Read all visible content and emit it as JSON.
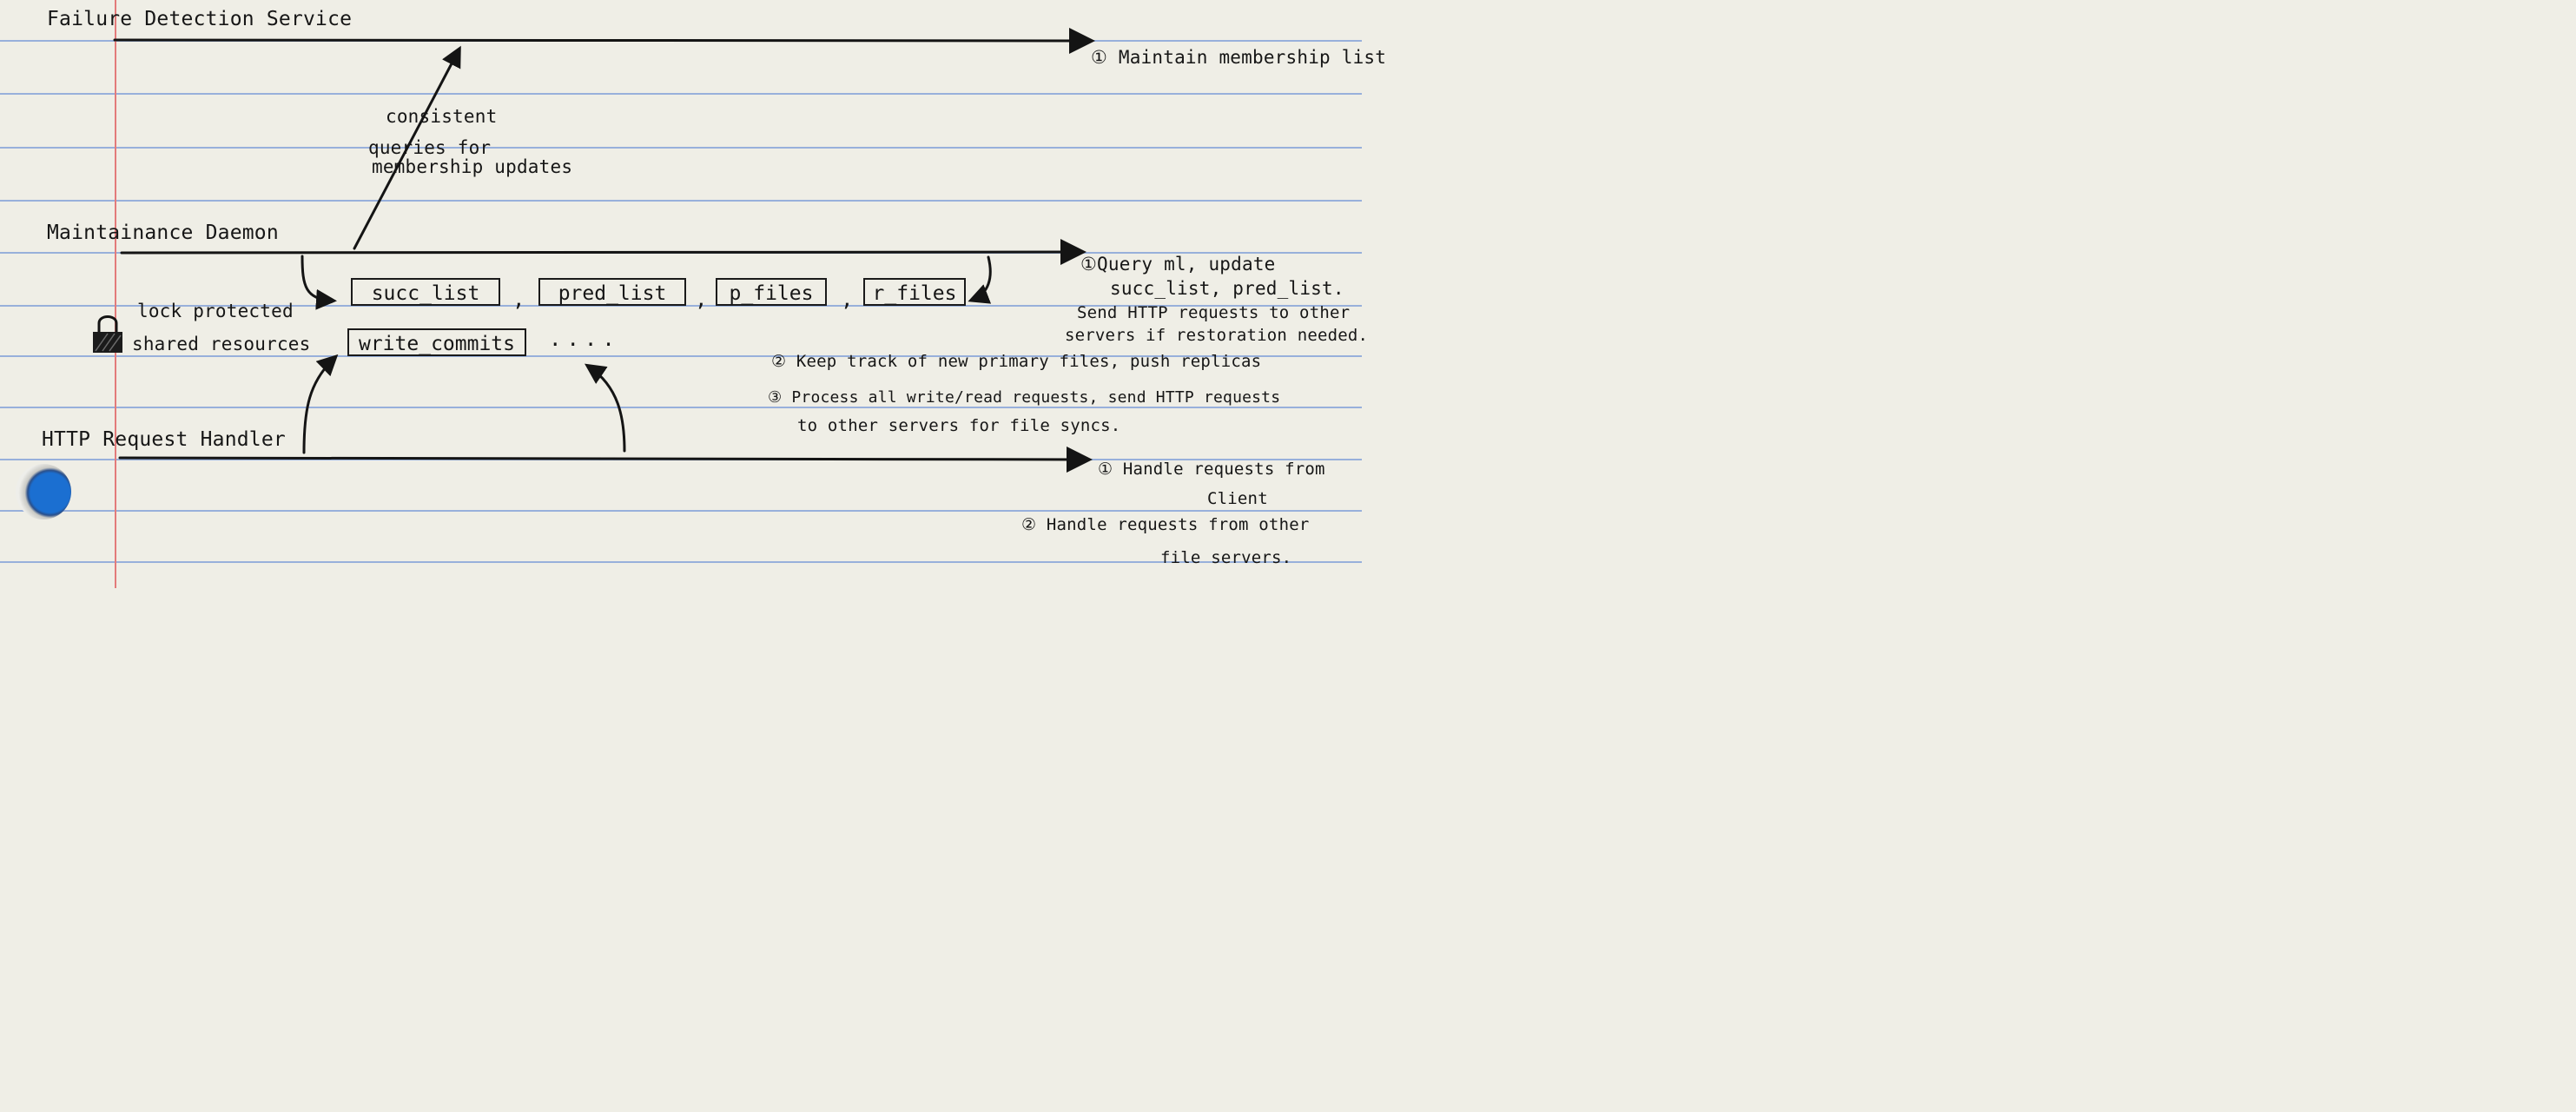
{
  "components": {
    "failure_detection": "Failure Detection Service",
    "maintenance_daemon": "Maintainance Daemon",
    "http_handler": "HTTP Request Handler"
  },
  "edge_label": {
    "line1": "consistent",
    "line2": "queries for",
    "line3": "membership updates"
  },
  "shared_resources": {
    "label_line1": "lock protected",
    "label_line2": "shared resources",
    "boxes": [
      "succ_list",
      "pred_list",
      "p_files",
      "r_files",
      "write_commits"
    ],
    "separator": ",",
    "ellipsis": "...."
  },
  "notes": {
    "fds_1": "① Maintain membership list",
    "md_1_line1": "①Query ml, update",
    "md_1_line2": "succ_list, pred_list.",
    "md_1_line3": "Send HTTP requests to other",
    "md_1_line4": "servers if restoration needed.",
    "md_2": "② Keep track of new primary files, push replicas",
    "md_3_line1": "③ Process all write/read requests, send HTTP requests",
    "md_3_line2": "to other servers for file syncs.",
    "http_1_line1": "① Handle requests from",
    "http_1_line2": "Client",
    "http_2_line1": "② Handle requests from other",
    "http_2_line2": "file servers."
  },
  "colors": {
    "paper": "#efeee6",
    "rule_line": "#7f9fd6",
    "margin_line": "#e06a6a",
    "ink": "#161616"
  },
  "icons": [
    "lock-icon",
    "binder-hole"
  ]
}
